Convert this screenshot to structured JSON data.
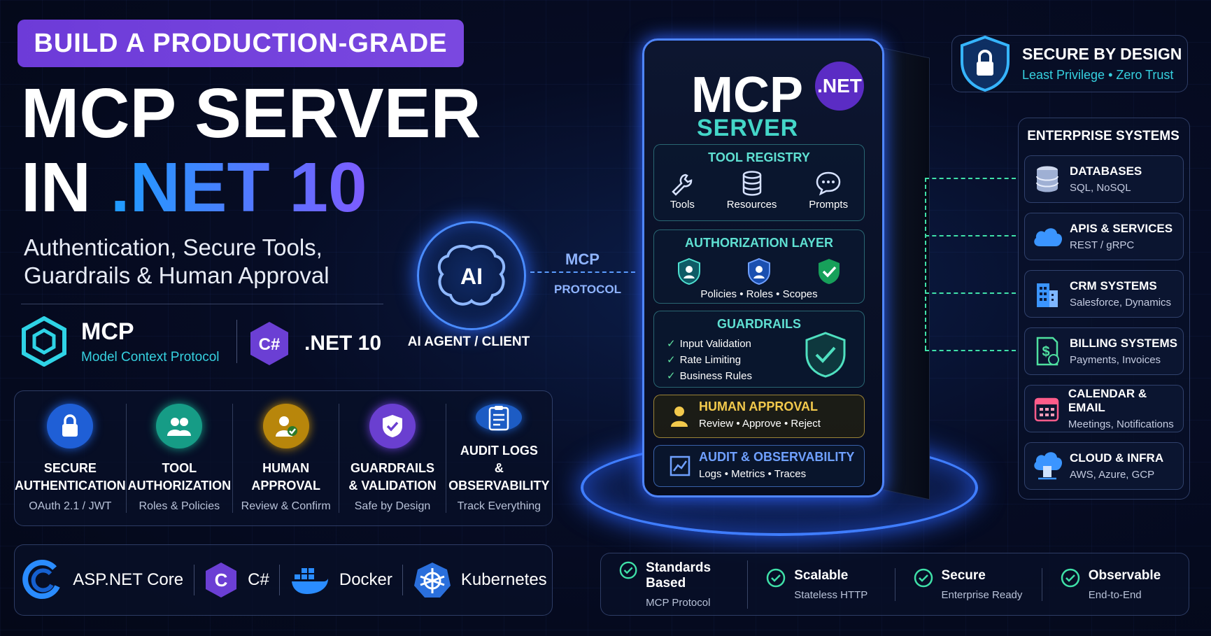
{
  "header": {
    "banner": "BUILD A PRODUCTION-GRADE",
    "title_line1": "MCP SERVER",
    "title_line2_prefix": "IN ",
    "title_line2_net": ".NET 10",
    "subtitle_line1": "Authentication, Secure Tools,",
    "subtitle_line2": "Guardrails & Human Approval"
  },
  "brands": {
    "mcp_title": "MCP",
    "mcp_sub": "Model Context Protocol",
    "net_label": ".NET 10",
    "csharp_glyph": "C#"
  },
  "features": [
    {
      "line1": "SECURE",
      "line2": "AUTHENTICATION",
      "sub": "OAuth 2.1 / JWT",
      "icon": "lock-icon",
      "color": "#1f5fd6"
    },
    {
      "line1": "TOOL",
      "line2": "AUTHORIZATION",
      "sub": "Roles & Policies",
      "icon": "users-icon",
      "color": "#169c86"
    },
    {
      "line1": "HUMAN",
      "line2": "APPROVAL",
      "sub": "Review & Confirm",
      "icon": "user-check-icon",
      "color": "#b8860b"
    },
    {
      "line1": "GUARDRAILS",
      "line2": "& VALIDATION",
      "sub": "Safe by Design",
      "icon": "shield-check-icon",
      "color": "#6a3fd0"
    },
    {
      "line1": "AUDIT LOGS",
      "line2": "& OBSERVABILITY",
      "sub": "Track Everything",
      "icon": "clipboard-icon",
      "color": "#1d5cc4"
    }
  ],
  "tech": [
    {
      "label": "ASP.NET Core",
      "icon": "aspnet-icon"
    },
    {
      "label": "C#",
      "icon": "csharp-icon"
    },
    {
      "label": "Docker",
      "icon": "docker-icon"
    },
    {
      "label": "Kubernetes",
      "icon": "kubernetes-icon"
    }
  ],
  "agent": {
    "ai_text": "AI",
    "label": "AI AGENT / CLIENT",
    "protocol_top": "MCP",
    "protocol_bottom": "PROTOCOL"
  },
  "server": {
    "title": "MCP",
    "subtitle": "SERVER",
    "badge": ".NET",
    "tool_registry": {
      "header": "TOOL REGISTRY",
      "items": [
        "Tools",
        "Resources",
        "Prompts"
      ]
    },
    "authorization": {
      "header": "AUTHORIZATION LAYER",
      "items": [
        "Policies",
        "Roles",
        "Scopes"
      ]
    },
    "guardrails": {
      "header": "GUARDRAILS",
      "items": [
        "Input Validation",
        "Rate Limiting",
        "Business Rules"
      ]
    },
    "human_approval": {
      "header": "HUMAN APPROVAL",
      "items": [
        "Review",
        "Approve",
        "Reject"
      ]
    },
    "audit": {
      "header": "AUDIT & OBSERVABILITY",
      "items": [
        "Logs",
        "Metrics",
        "Traces"
      ]
    }
  },
  "secure": {
    "title": "SECURE BY DESIGN",
    "sub_a": "Least Privilege",
    "sub_b": "Zero Trust"
  },
  "enterprise": {
    "title": "ENTERPRISE SYSTEMS",
    "items": [
      {
        "title": "DATABASES",
        "sub": "SQL, NoSQL",
        "icon": "database-icon"
      },
      {
        "title": "APIS & SERVICES",
        "sub": "REST / gRPC",
        "icon": "cloud-icon"
      },
      {
        "title": "CRM SYSTEMS",
        "sub": "Salesforce, Dynamics",
        "icon": "building-icon"
      },
      {
        "title": "BILLING SYSTEMS",
        "sub": "Payments, Invoices",
        "icon": "invoice-icon"
      },
      {
        "title": "CALENDAR & EMAIL",
        "sub": "Meetings, Notifications",
        "icon": "calendar-icon"
      },
      {
        "title": "CLOUD & INFRA",
        "sub": "AWS, Azure, GCP",
        "icon": "cloud-infra-icon"
      }
    ]
  },
  "bottom": [
    {
      "title": "Standards Based",
      "sub": "MCP Protocol"
    },
    {
      "title": "Scalable",
      "sub": "Stateless HTTP"
    },
    {
      "title": "Secure",
      "sub": "Enterprise Ready"
    },
    {
      "title": "Observable",
      "sub": "End-to-End"
    }
  ],
  "colors": {
    "accent_blue": "#1e9cff",
    "accent_purple": "#7d5cff",
    "accent_teal": "#44d6c8",
    "accent_green": "#3fe0a8",
    "accent_yellow": "#f2c94c"
  }
}
